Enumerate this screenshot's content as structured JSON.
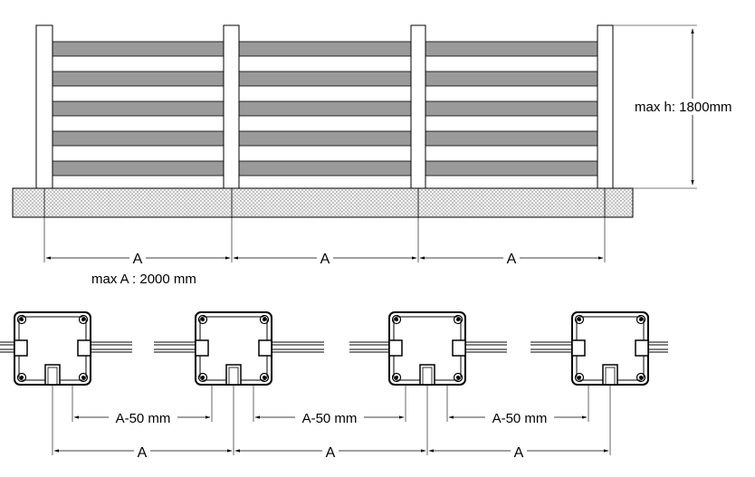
{
  "labels": {
    "max_height": "max h: 1800mm",
    "max_span": "max A : 2000 mm",
    "span": "A",
    "inner_span": "A-50 mm"
  },
  "colors": {
    "slat": "#9a9a9a",
    "line": "#000000",
    "post_fill": "#ffffff",
    "foundation_hatch": "#c8c8c8"
  }
}
